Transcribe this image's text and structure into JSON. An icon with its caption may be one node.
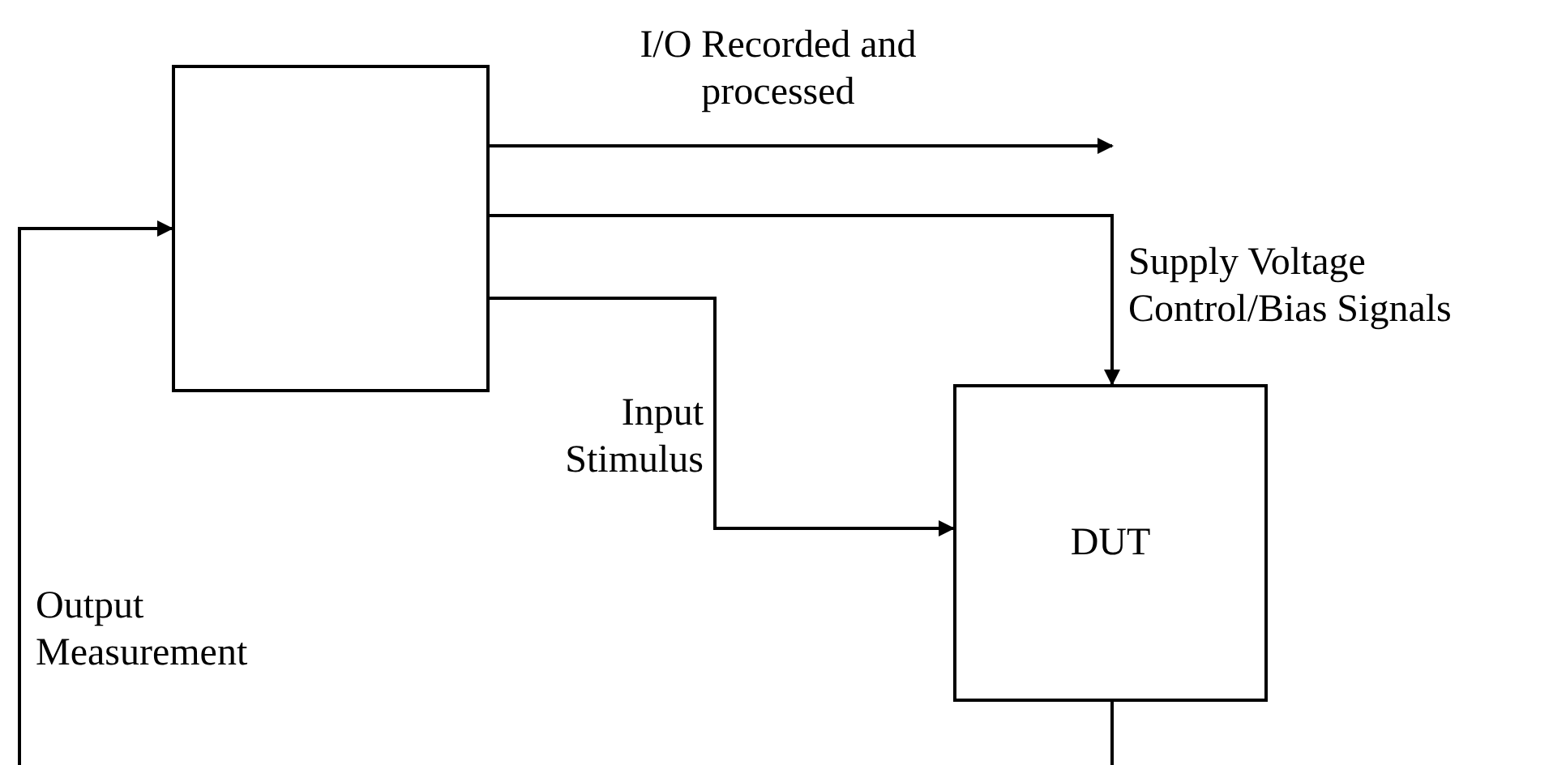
{
  "diagram": {
    "nodes": [
      {
        "text": [],
        "shape": "box"
      },
      {
        "text": [
          "DUT"
        ]
      }
    ],
    "edges": [
      {
        "from": 0,
        "to": null,
        "arrow": "to",
        "label": "I/O Recorded and processed"
      },
      {
        "from": 0,
        "to": 1,
        "arrow": "to",
        "label": "Supply Voltage Control/Bias Signals"
      },
      {
        "from": 0,
        "to": 1,
        "arrow": "to",
        "label": "Input Stimulus"
      },
      {
        "from": 1,
        "to": 0,
        "arrow": "to",
        "label": "Output Measurement"
      }
    ]
  }
}
